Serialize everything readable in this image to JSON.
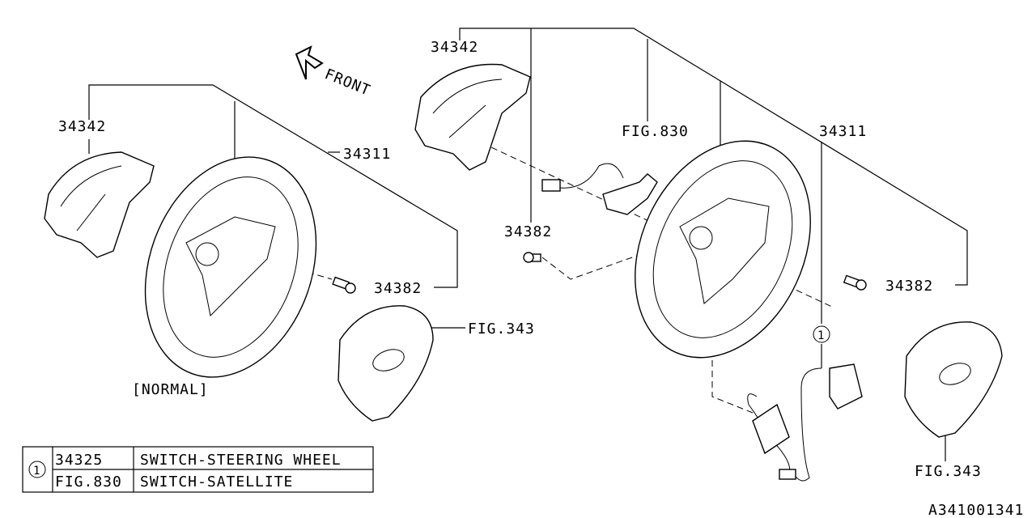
{
  "left_group": {
    "label_cover": "34342",
    "label_wheel": "34311",
    "label_bolt": "34382",
    "label_airbag": "FIG.343",
    "variant": "[NORMAL]",
    "front_label": "FRONT"
  },
  "right_group": {
    "label_cover": "34342",
    "label_satellite": "FIG.830",
    "label_wheel": "34311",
    "label_bolt_left": "34382",
    "label_bolt_right": "34382",
    "callout": "1",
    "label_airbag": "FIG.343"
  },
  "legend": {
    "callout": "1",
    "rows": [
      {
        "part": "34325",
        "name": "SWITCH-STEERING WHEEL"
      },
      {
        "part": "FIG.830",
        "name": "SWITCH-SATELLITE"
      }
    ]
  },
  "diagram_id": "A341001341"
}
